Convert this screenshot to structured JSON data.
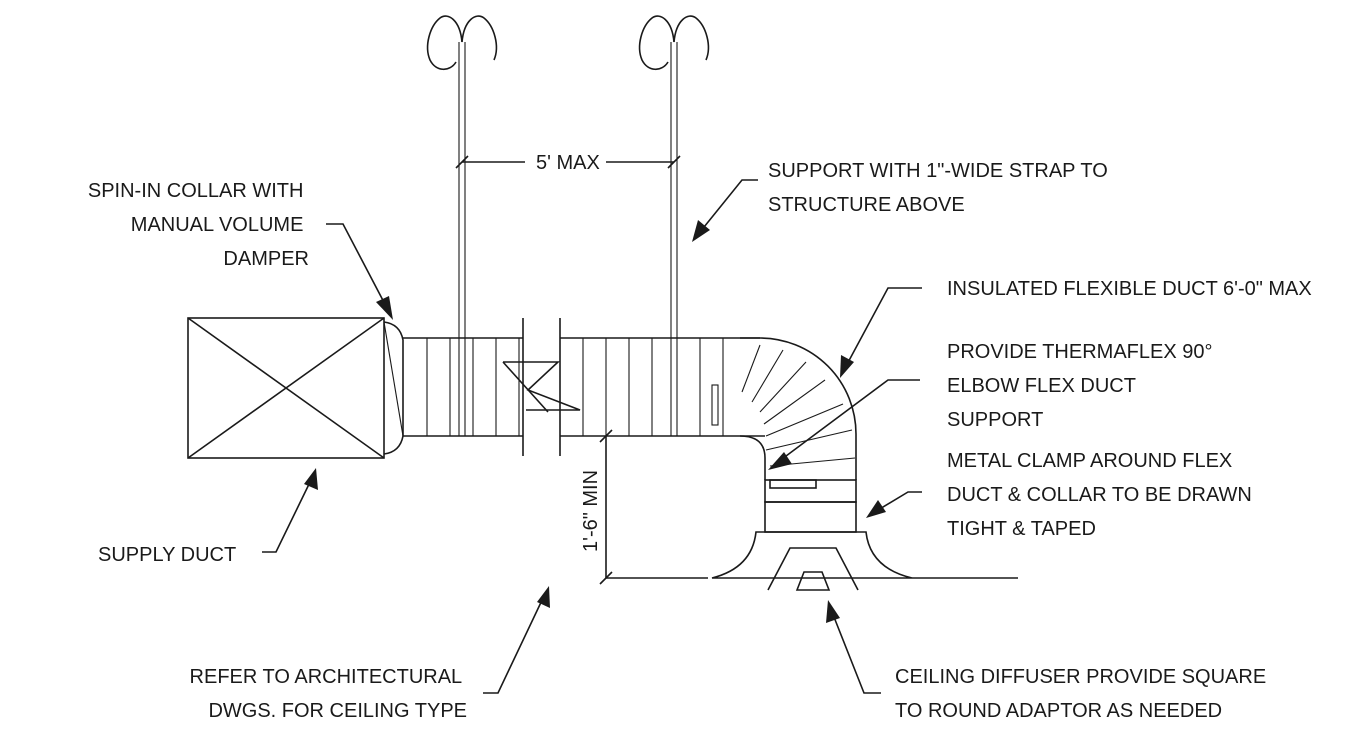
{
  "labels": {
    "spin_in_collar": [
      "SPIN-IN COLLAR WITH",
      "MANUAL VOLUME",
      "DAMPER"
    ],
    "support_strap": [
      "SUPPORT WITH 1\"-WIDE STRAP TO",
      "STRUCTURE ABOVE"
    ],
    "insulated_duct": [
      "INSULATED FLEXIBLE DUCT 6'-0\" MAX"
    ],
    "thermaflex": [
      "PROVIDE THERMAFLEX 90°",
      "ELBOW FLEX DUCT",
      "SUPPORT"
    ],
    "metal_clamp": [
      "METAL CLAMP AROUND FLEX",
      "DUCT & COLLAR TO BE DRAWN",
      "TIGHT & TAPED"
    ],
    "supply_duct": [
      "SUPPLY DUCT"
    ],
    "refer_arch": [
      "REFER TO ARCHITECTURAL",
      "DWGS. FOR CEILING TYPE"
    ],
    "ceiling_diffuser": [
      "CEILING DIFFUSER PROVIDE SQUARE",
      "TO ROUND ADAPTOR AS NEEDED"
    ]
  },
  "dimensions": {
    "hanger_spacing": "5' MAX",
    "ceiling_clearance": "1'-6\" MIN"
  }
}
